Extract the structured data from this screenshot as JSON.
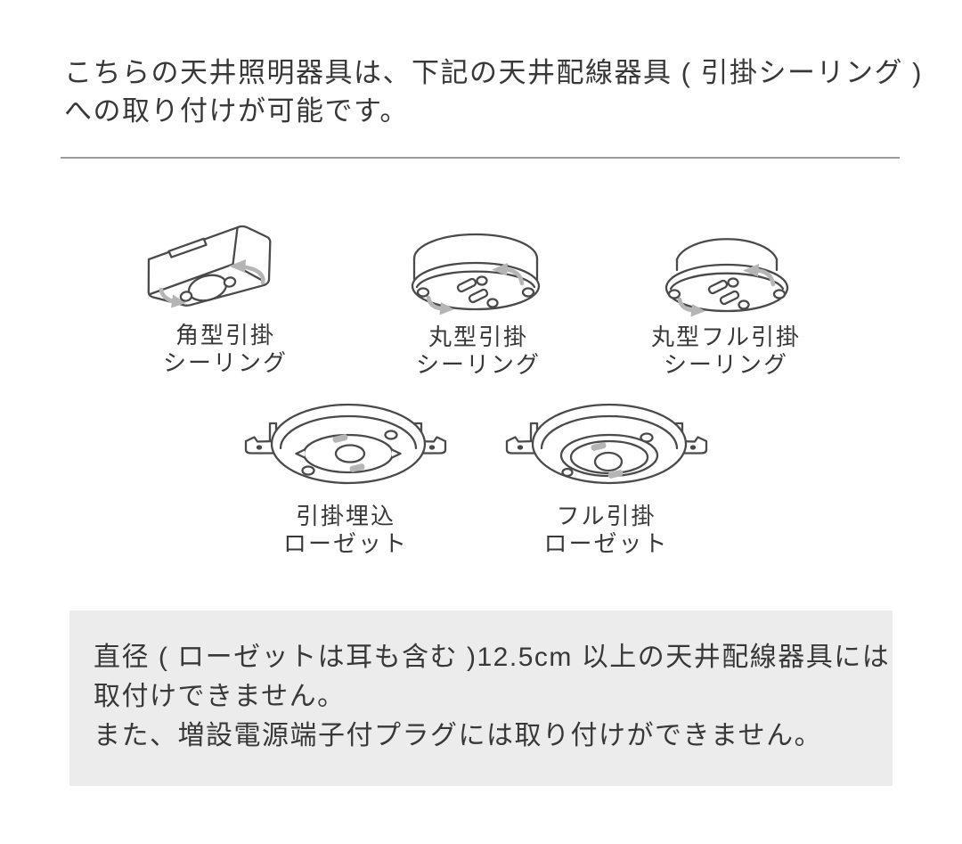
{
  "colors": {
    "page_bg": "#ffffff",
    "ink": "#383838",
    "line": "#4a4a4a",
    "arrow": "#b5b5b5",
    "divider": "#9b9b9b",
    "caution_bg": "#ececec"
  },
  "intro": {
    "line1": "こちらの天井照明器具は、下記の天井配線器具 ( 引掛シーリング )",
    "line2": "への取り付けが可能です。"
  },
  "fixtures": {
    "row1": [
      {
        "id": "square-hikkake-ceiling",
        "label": "角型引掛\nシーリング"
      },
      {
        "id": "round-hikkake-ceiling",
        "label": "丸型引掛\nシーリング"
      },
      {
        "id": "round-full-hikkake-ceiling",
        "label": "丸型フル引掛\nシーリング"
      }
    ],
    "row2": [
      {
        "id": "hikkake-embedded-rosette",
        "label": "引掛埋込\nローゼット"
      },
      {
        "id": "full-hikkake-rosette",
        "label": "フル引掛\nローゼット"
      }
    ]
  },
  "caution": {
    "lines": [
      "直径 ( ローゼットは耳も含む )12.5cm 以上の天井配線器具には",
      "取付けできません。",
      "また、増設電源端子付プラグには取り付けができません。"
    ]
  }
}
